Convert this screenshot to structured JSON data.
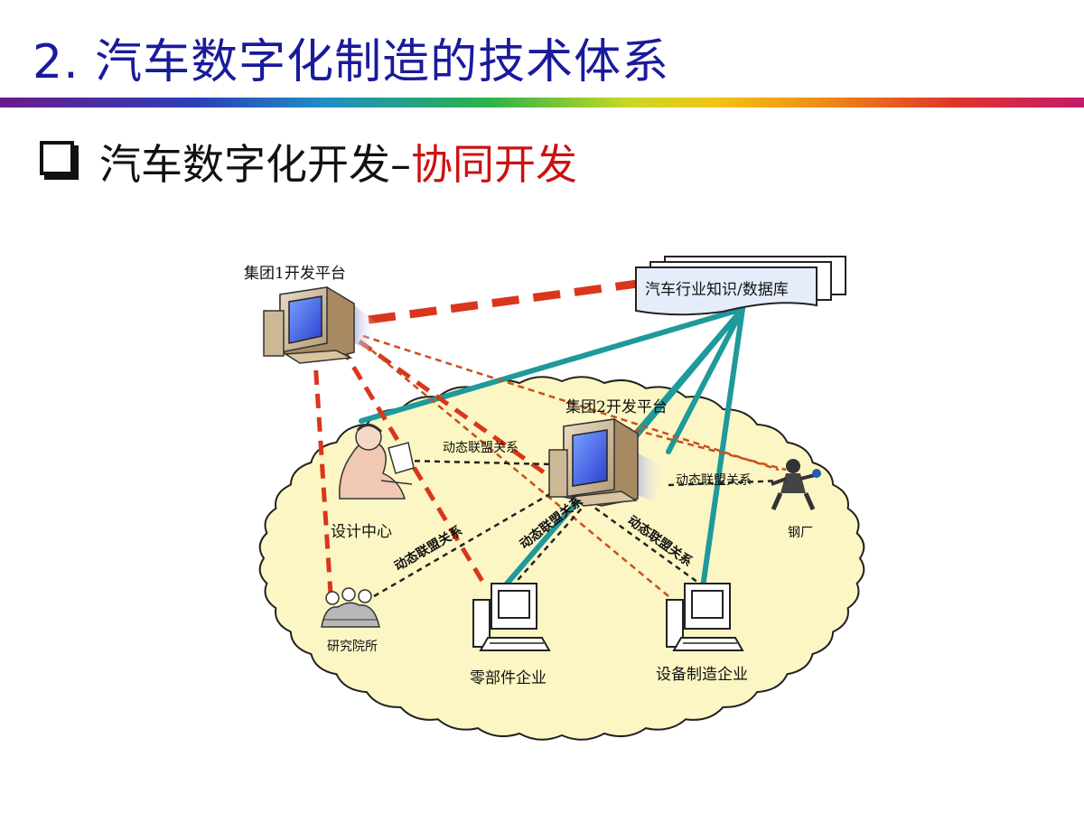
{
  "slide": {
    "title": "2. 汽车数字化制造的技术体系",
    "subtitle_main": "汽车数字化开发–",
    "subtitle_highlight": "协同开发"
  },
  "diagram": {
    "group1_label": "集团1开发平台",
    "database_label": "汽车行业知识/数据库",
    "group2_label": "集团2开发平台",
    "design_center_label": "设计中心",
    "research_label": "研究院所",
    "parts_label": "零部件企业",
    "equipment_label": "设备制造企业",
    "steel_label": "钢厂",
    "alliance_label": "动态联盟关系"
  },
  "colors": {
    "title": "#1a1a9c",
    "highlight": "#cc1111",
    "teal_link": "#1e9a9a",
    "red_dash": "#d9361c",
    "orange_dash": "#c8501e",
    "ellipse_fill": "#fbf6c3"
  }
}
